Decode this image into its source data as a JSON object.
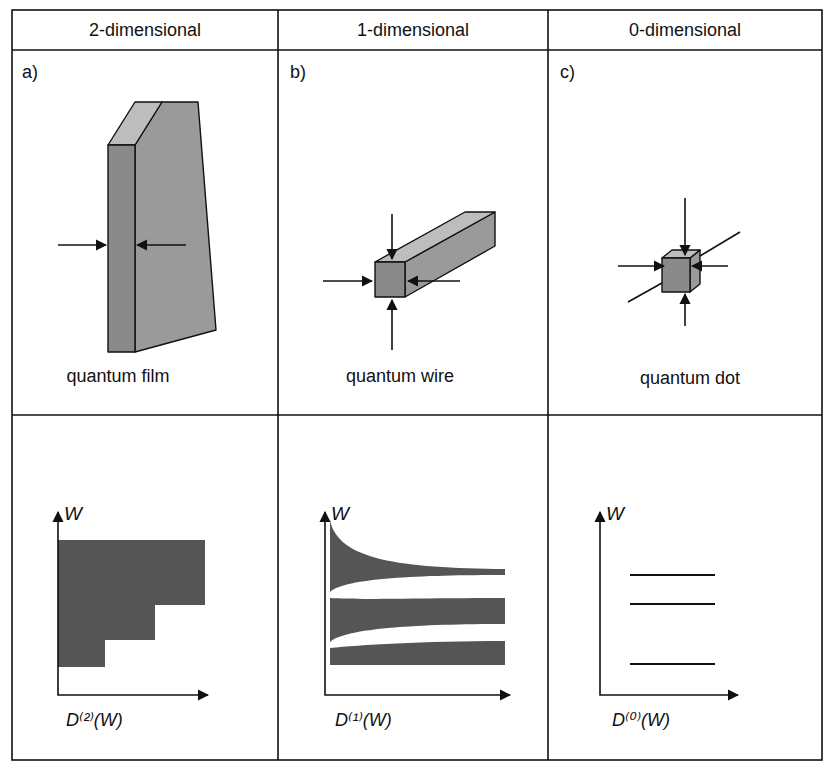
{
  "diagram": {
    "labels": [
      "2-dimensional",
      "1-dimensional",
      "0-dimensional",
      "a)",
      "quantum film",
      "b)",
      "quantum wire",
      "c)",
      "quantum dot",
      "W",
      "D⁽²⁾(W)",
      "W",
      "D⁽¹⁾(W)",
      "W",
      "D⁽⁰⁾(W)"
    ]
  }
}
